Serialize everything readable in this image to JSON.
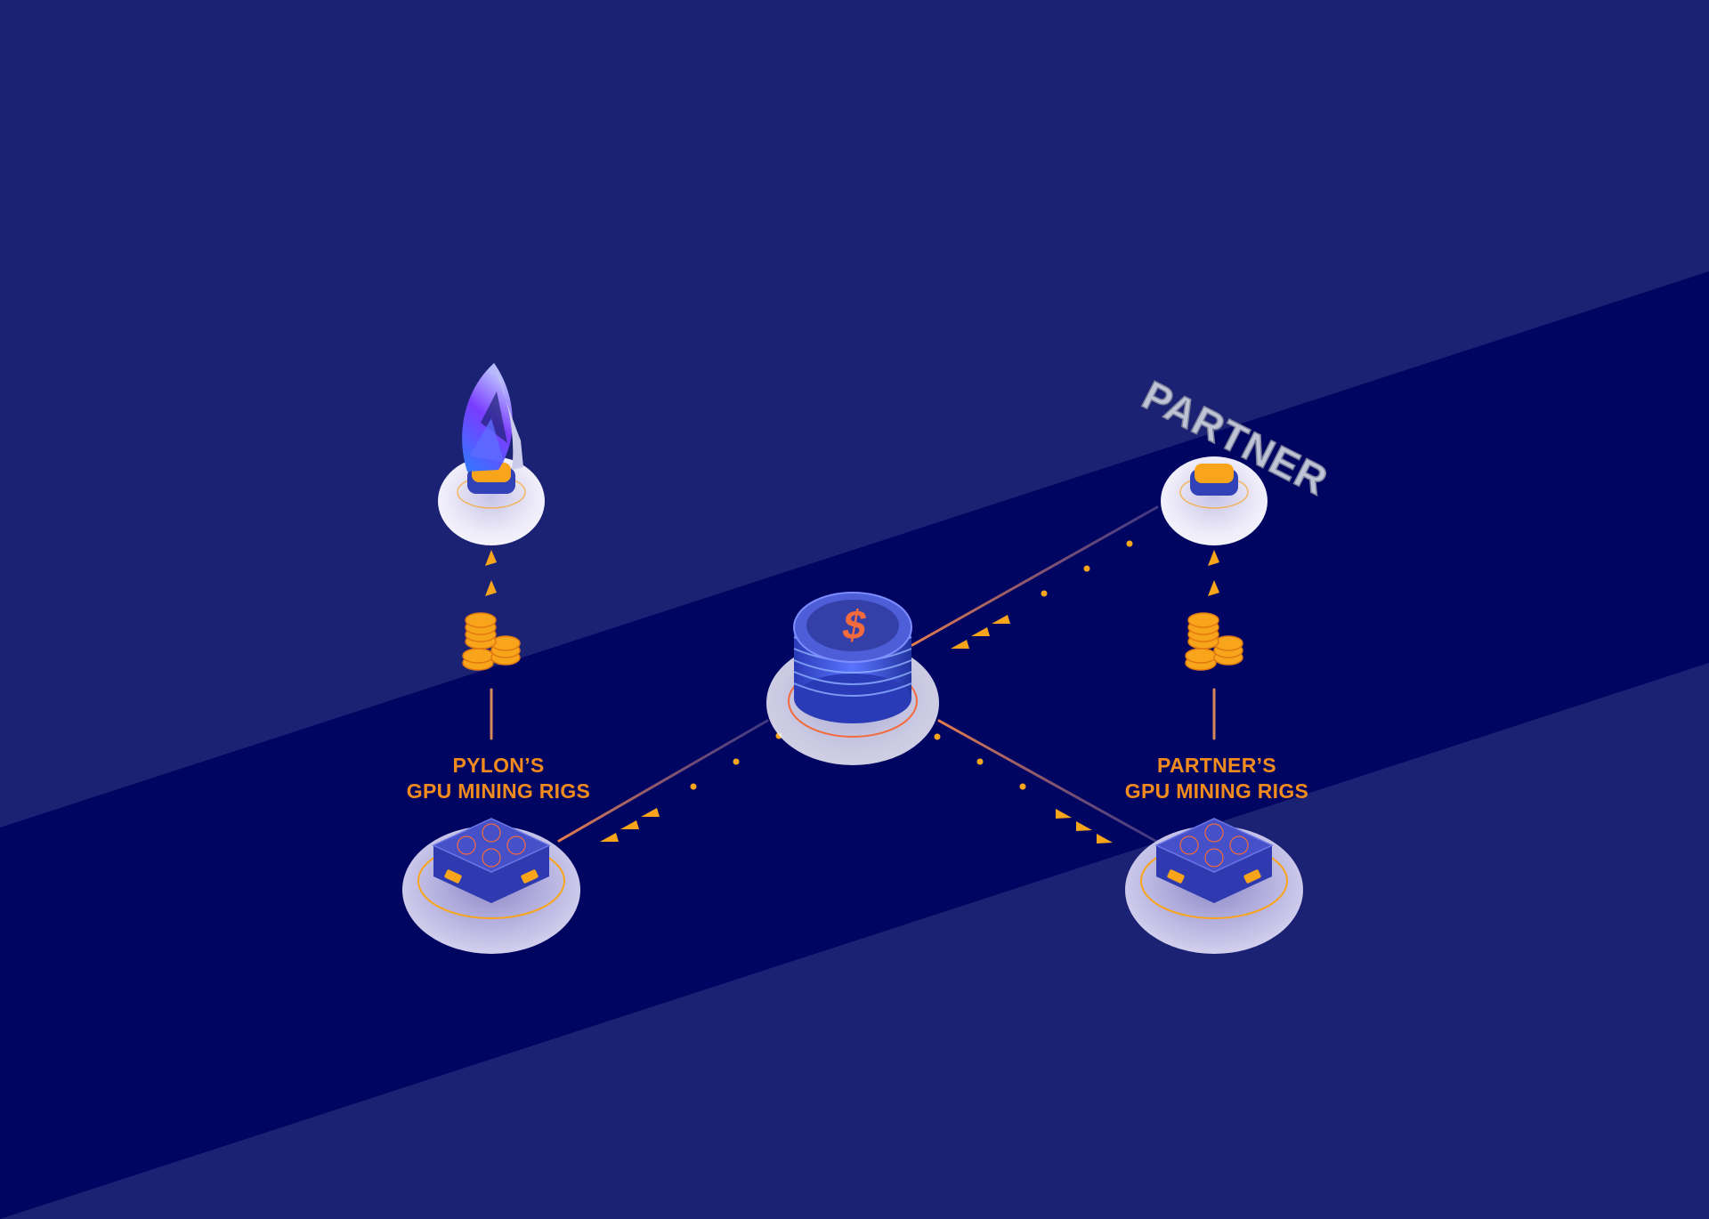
{
  "colors": {
    "background": "#1b2273",
    "band": "#010562",
    "accent": "#f9a51c",
    "label": "#f28b1e",
    "coin_orange": "#f36a3c",
    "platform": "#c9c5ea",
    "stack_blue": "#3b49c8"
  },
  "labels": {
    "pylon_line1": "PYLON’S",
    "pylon_line2": "GPU MINING RIGS",
    "partner_line1": "PARTNER’S",
    "partner_line2": "GPU MINING RIGS",
    "partner_sign": "PARTNER"
  },
  "icons": {
    "pylon_logo": "pylon-flame-logo-icon",
    "center_coin": "dollar-coin-stack-icon",
    "rig": "gpu-mining-rig-icon",
    "coins": "coin-pile-icon",
    "arrow": "triangle-arrow-icon"
  }
}
